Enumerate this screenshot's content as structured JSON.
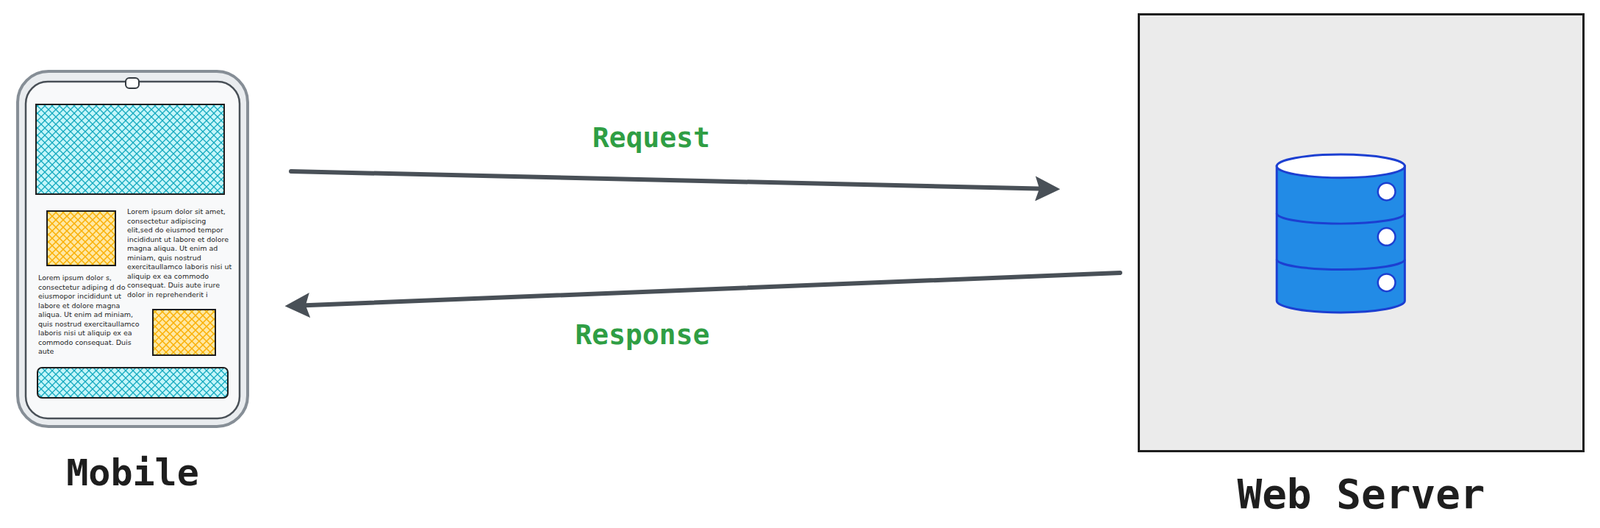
{
  "diagram": {
    "nodes": [
      {
        "text": [
          "Mobile"
        ]
      },
      {
        "text": [
          "Web Server"
        ]
      }
    ],
    "edges": [
      {
        "from": 0,
        "to": 1,
        "arrow": "to",
        "label": "Request"
      },
      {
        "from": 1,
        "to": 0,
        "arrow": "to",
        "label": "Response"
      }
    ],
    "labels": [
      "Lorem ipsum dolor sit amet, consectetur adipiscing elit,sed do eiusmod tempor incididunt ut labore et dolore magna aliqua. Ut enim ad miniam, quis nostrud exercitaullamco laboris nisi ut aliquip ex ea commodo consequat. Duis aute irure dolor in reprehenderit i",
      "Lorem ipsum dolor s, consectetur adiping d do eiusmopor incididunt ut labore et dolore magna aliqua. Ut enim ad miniam, quis nostrud exercitaullamco laboris nisi ut aliquip ex ea commodo consequat. Duis aute"
    ]
  }
}
